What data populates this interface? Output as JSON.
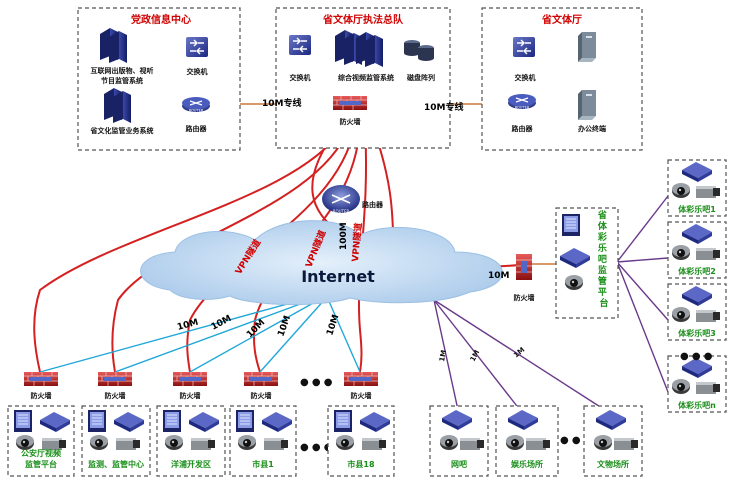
{
  "groups": {
    "party": {
      "title": "党政信息中心",
      "items": [
        "互联网出版物、视听",
        "节目监管系统",
        "交换机",
        "省文化监管业务系统",
        "路由器"
      ]
    },
    "law": {
      "title": "省文体厅执法总队",
      "items": [
        "交换机",
        "综合视频监管系统",
        "磁盘阵列",
        "防火墙"
      ]
    },
    "dept": {
      "title": "省文体厅",
      "items": [
        "交换机",
        "路由器",
        "办公终端"
      ]
    },
    "lottery_platform": {
      "title": "省体彩乐吧监管平台"
    }
  },
  "links": {
    "left_10m": "10M专线",
    "right_10m": "10M专线",
    "center_100m": "100M",
    "to_lottery": "10M"
  },
  "vpn": [
    "VPN隧道",
    "VPN隧道",
    "VPN隧道"
  ],
  "internet": "Internet",
  "center_router": "路由器",
  "lottery_firewall": "防火墙",
  "bottom": {
    "firewall": "防火墙",
    "link_10m": "10M",
    "link_1m": "1M",
    "ellipsis": "● ● ●",
    "sites": [
      "公安厅视频监管平台",
      "监测、监管中心",
      "洋浦开发区",
      "市县1",
      "市县18",
      "网吧",
      "娱乐场所",
      "文物场所"
    ],
    "site_lines": {
      "public_security": [
        "公安厅视频",
        "监管平台"
      ]
    }
  },
  "lottery_bars": [
    "体彩乐吧1",
    "体彩乐吧2",
    "体彩乐吧3",
    "体彩乐吧n"
  ],
  "colors": {
    "red_line": "#d42020",
    "blue_line": "#21a8d8",
    "purple_line": "#6a3a8a",
    "green_label": "#1a8f1a",
    "cloud": "#bcd6ef"
  }
}
